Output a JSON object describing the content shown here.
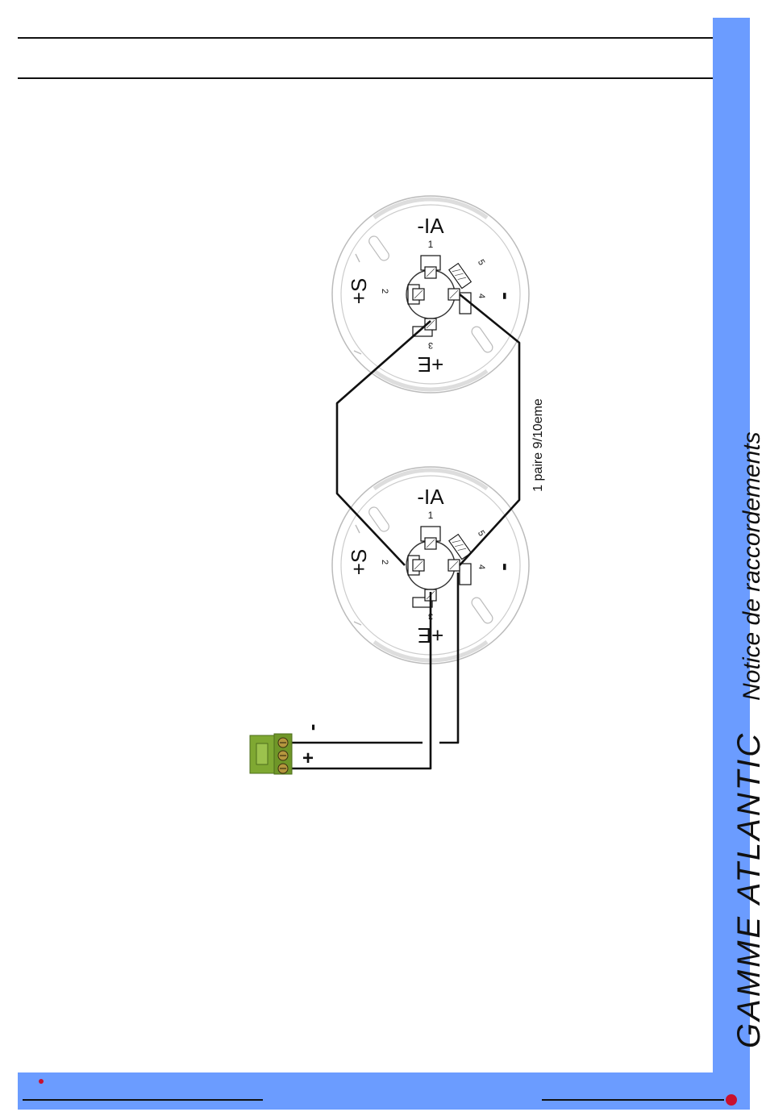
{
  "sidebar": {
    "brand": "GAMME ATLANTIC",
    "subtitle": "Notice de raccordements"
  },
  "diagram": {
    "base_labels": {
      "ia": "-IA",
      "s": "+S",
      "e": "+E",
      "minus": "-",
      "t1": "1",
      "t2": "2",
      "t3": "3",
      "t4": "4",
      "t5": "5"
    },
    "cable_label": "1 paire 9/10eme",
    "connector": {
      "minus": "-",
      "plus": "+"
    }
  },
  "colors": {
    "accent": "#6b9cff",
    "dot": "#c8102e",
    "connector": "#7fa832"
  }
}
